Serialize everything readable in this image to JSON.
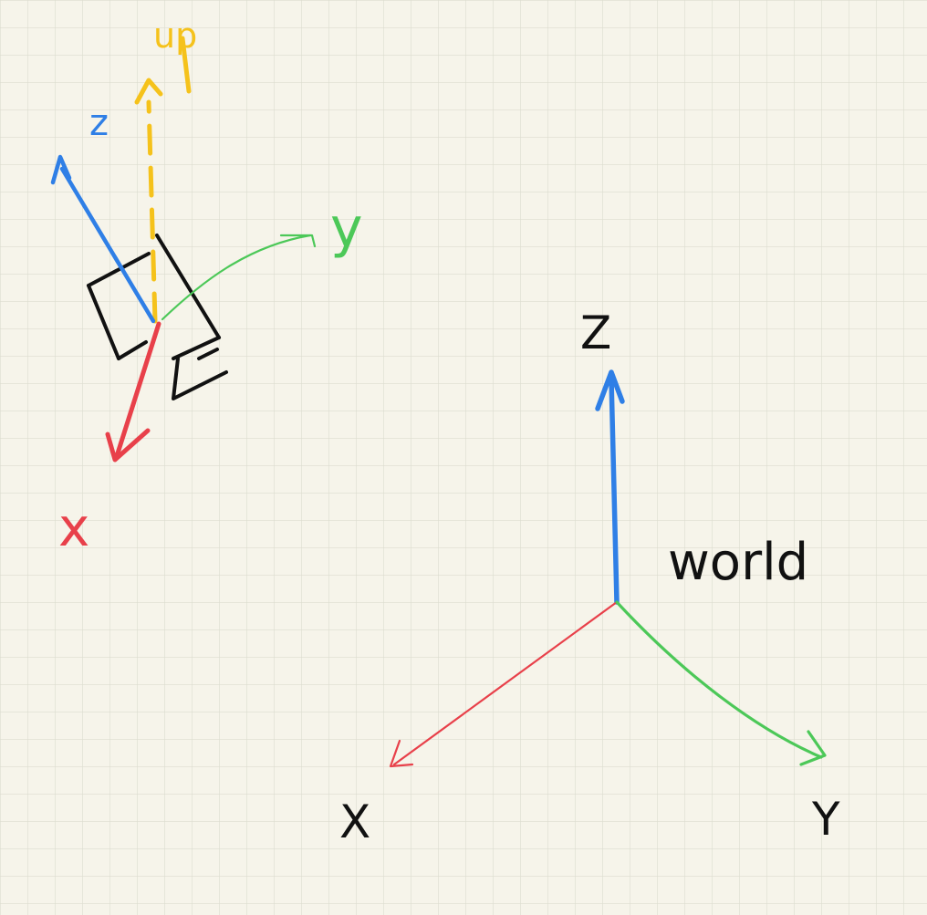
{
  "colors": {
    "background": "#f6f4ea",
    "grid": "#dcdccf",
    "x_axis": "#e8404a",
    "y_axis": "#4cc858",
    "z_axis": "#2f7fe6",
    "up_vector": "#f5c21b",
    "camera_body": "#111111",
    "label": "#111111"
  },
  "camera_frame": {
    "up_label": "up",
    "z_label": "z",
    "y_label": "y",
    "x_label": "x"
  },
  "world_frame": {
    "title": "world",
    "z_label": "Z",
    "x_label": "X",
    "y_label": "Y"
  }
}
